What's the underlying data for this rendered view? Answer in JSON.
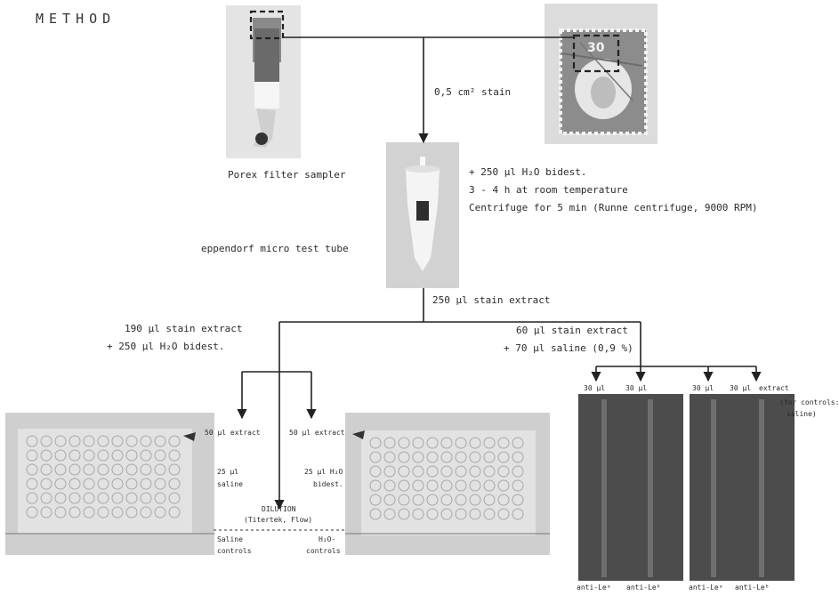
{
  "title": "METHOD",
  "stamp_value": "30",
  "labels": {
    "area": "0,5 cm² stain",
    "porex": "Porex filter sampler",
    "eppendorf": "eppendorf micro test tube",
    "step1": "+ 250 µl H₂O bidest.",
    "step2": "3 - 4 h at room temperature",
    "step3": "Centrifuge for 5 min  (Runne centrifuge, 9000 RPM)",
    "extract": "250 µl stain extract",
    "left_a": "190 µl stain extract",
    "left_b": "+ 250 µl H₂O bidest.",
    "right_a": "60 µl stain extract",
    "right_b": "+ 70 µl saline (0,9 %)"
  },
  "plates": {
    "extract_left": "50 µl extract",
    "extract_right": "50 µl extract",
    "saline_25": "25 µl",
    "saline_word": "saline",
    "water_25": "25 µl H₂O",
    "water_word": "bidest.",
    "dilution": "DILUTION",
    "dilution_sub": "(Titertek, Flow)",
    "saline_controls_1": "Saline",
    "saline_controls_2": "controls",
    "water_controls_1": "H₂O-",
    "water_controls_2": "controls"
  },
  "gels": {
    "well_label": "30 µl",
    "extract_word": "extract",
    "note_1": "(for controls:",
    "note_2": "saline)",
    "anti_a": "anti-Leᵃ",
    "anti_b": "anti-Leᵇ"
  }
}
